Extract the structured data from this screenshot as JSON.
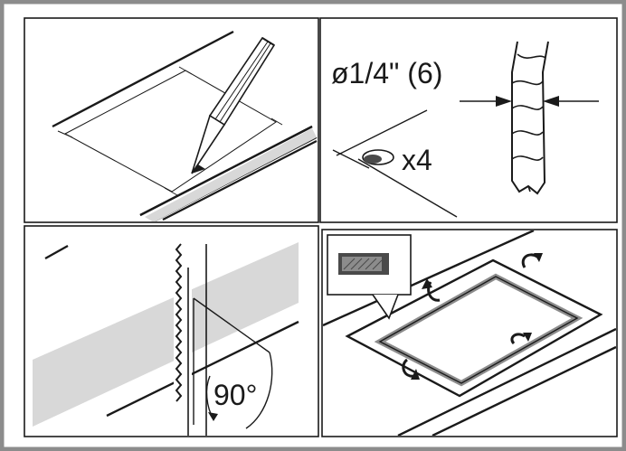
{
  "panel_1": {},
  "panel_2": {
    "drill_size": "ø1/4\" (6)",
    "hole_count": "x4"
  },
  "panel_3": {
    "angle": "90°"
  },
  "panel_4": {},
  "colors": {
    "frame": "#8c8c8c",
    "line": "#1a1a1a",
    "fill_grey": "#d8d8d8",
    "inset_dark": "#4a4a4a"
  }
}
